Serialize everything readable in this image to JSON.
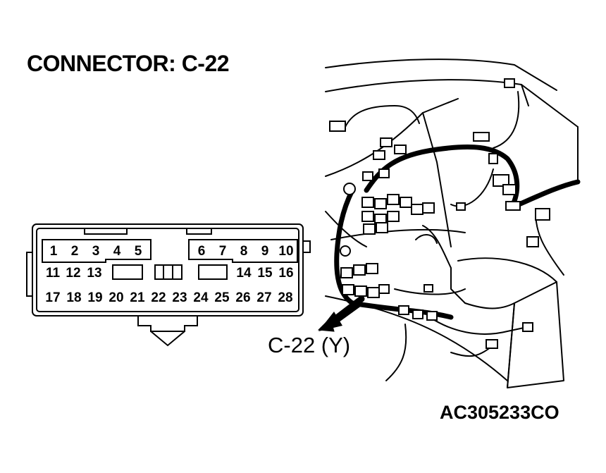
{
  "title": "CONNECTOR: C-22",
  "figure_id": "AC305233CO",
  "callout": "C-22 (Y)",
  "connector": {
    "row1": [
      "1",
      "2",
      "3",
      "4",
      "5",
      "6",
      "7",
      "8",
      "9",
      "10"
    ],
    "row2": [
      "11",
      "12",
      "13",
      "14",
      "15",
      "16"
    ],
    "row3": [
      "17",
      "18",
      "19",
      "20",
      "21",
      "22",
      "23",
      "24",
      "25",
      "26",
      "27",
      "28"
    ]
  }
}
